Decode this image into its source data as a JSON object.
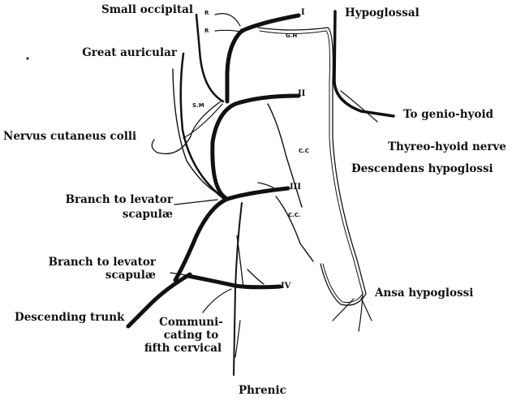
{
  "labels": {
    "small_occipital": "Small occipital",
    "great_auricular": "Great auricular",
    "nervus_cutaneus_colli": "Nervus cutaneus colli",
    "branch_levator_1a": "Branch to levator",
    "branch_levator_1b": "scapulæ",
    "branch_levator_2a": "Branch to levator",
    "branch_levator_2b": "scapulæ",
    "descending_trunk": "Descending trunk",
    "communicating_a": "Communi-",
    "communicating_b": "cating to",
    "communicating_c": "fifth cervical",
    "phrenic": "Phrenic",
    "hypoglossal": "Hypoglossal",
    "to_genio_hyoid": "To genio-hyoid",
    "thyreo_hyoid": "Thyreo-hyoid nerve",
    "descendens_hypoglossi": "Descendens hypoglossi",
    "ansa_hypoglossi": "Ansa hypoglossi"
  },
  "small_labels": {
    "r1": "R",
    "r2": "R",
    "gh": "G.H",
    "sm": "S.M",
    "cc1": "C.C",
    "cc2": "C.C."
  },
  "roman_numerals": {
    "i": "I",
    "ii": "II",
    "iii": "III",
    "iv": "IV"
  }
}
